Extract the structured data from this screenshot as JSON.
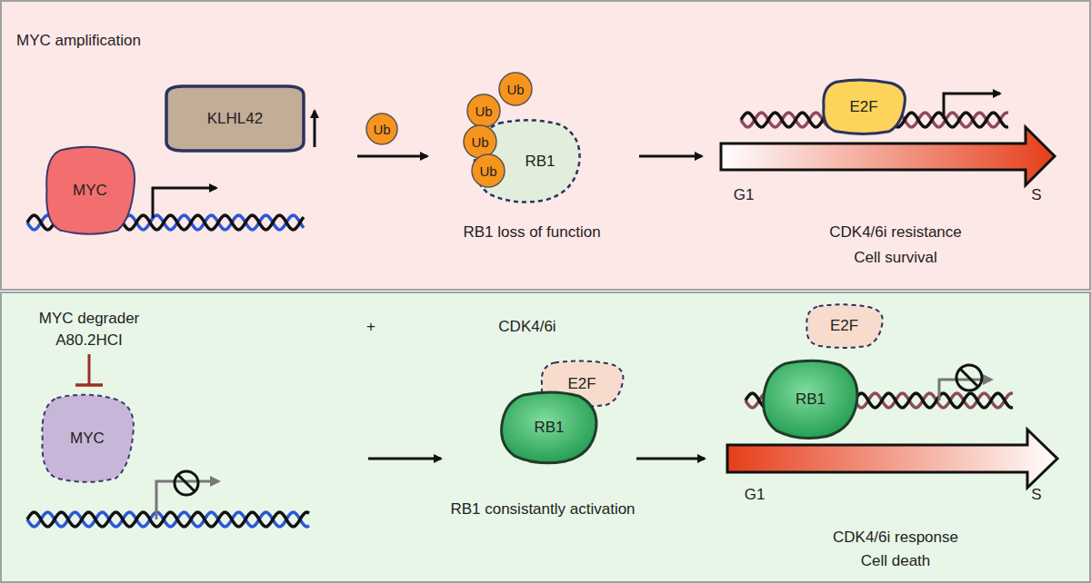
{
  "diagram": {
    "nodes": [
      {
        "text": [
          "MYC"
        ]
      },
      {
        "text": [
          "KLHL42"
        ]
      },
      {
        "text": [
          "Ub"
        ]
      },
      {
        "text": [
          "Ub"
        ]
      },
      {
        "text": [
          "Ub"
        ]
      },
      {
        "text": [
          "Ub"
        ]
      },
      {
        "text": [
          "Ub"
        ]
      },
      {
        "text": [
          "RB1"
        ]
      },
      {
        "text": [
          "E2F"
        ]
      },
      {
        "text": [
          "MYC"
        ]
      },
      {
        "text": [
          "E2F"
        ]
      },
      {
        "text": [
          "RB1"
        ]
      },
      {
        "text": [
          "E2F"
        ]
      },
      {
        "text": [
          "RB1"
        ]
      }
    ],
    "labels": [
      "MYC amplification",
      "RB1 loss of function",
      "G1",
      "S",
      "CDK4/6i resistance",
      "Cell survival",
      "MYC degrader A80.2HCI",
      "+",
      "CDK4/6i",
      "RB1 consistantly activation",
      "G1",
      "S",
      "CDK4/6i response",
      "Cell death"
    ]
  }
}
